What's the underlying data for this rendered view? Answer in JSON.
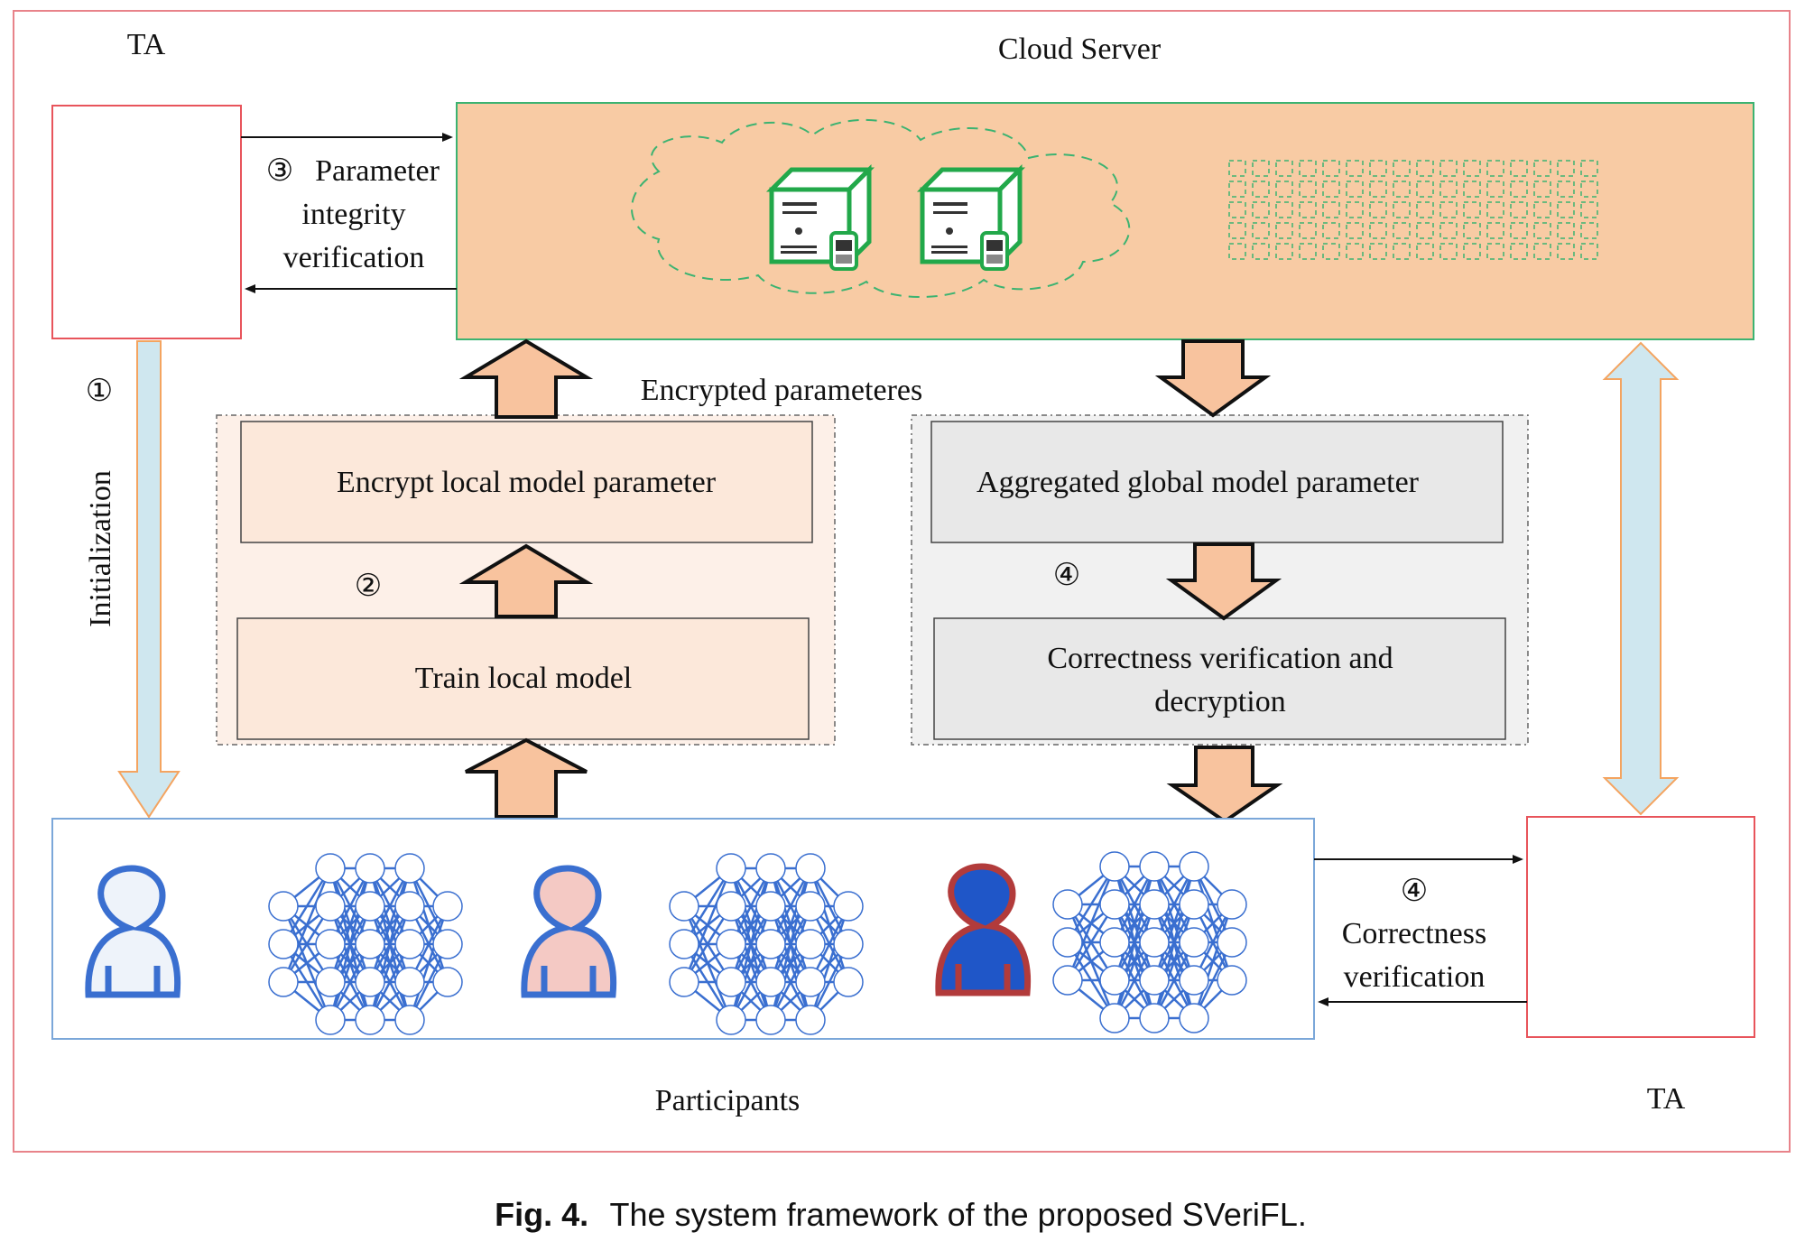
{
  "diagram": {
    "labels": {
      "ta_top": "TA",
      "cloud_server": "Cloud Server",
      "ta_bottom": "TA",
      "participants": "Participants",
      "encrypted_parameters": "Encrypted parameteres",
      "initialization": "Initialization"
    },
    "steps": {
      "step1_marker": "①",
      "step2_marker": "②",
      "step3_marker": "③",
      "step3_line1": "Parameter",
      "step3_line2": "integrity",
      "step3_line3": "verification",
      "step4_marker_mid": "④",
      "step4_marker_right": "④",
      "step4_right_line1": "Correctness",
      "step4_right_line2": "verification"
    },
    "boxes": {
      "encrypt_local": "Encrypt local model parameter",
      "train_local": "Train local model",
      "aggregated_global": "Aggregated global model parameter",
      "correctness_line1": "Correctness verification and",
      "correctness_line2": "decryption"
    },
    "icons": [
      "server-icon",
      "server-icon",
      "user-icon",
      "neural-network-icon",
      "user-icon",
      "neural-network-icon",
      "user-icon",
      "neural-network-icon"
    ],
    "colors": {
      "ta_border": "#e8545b",
      "cloud_fill": "#f8cba4",
      "cloud_border": "#3cb371",
      "arrow_orange": "#f8c39e",
      "arrow_blue": "#cfe7ef",
      "participants_border": "#7ba7d9",
      "network_blue": "#3a6fd0"
    }
  },
  "caption": {
    "label": "Fig. 4.",
    "text": "The system framework of the proposed SVeriFL."
  }
}
